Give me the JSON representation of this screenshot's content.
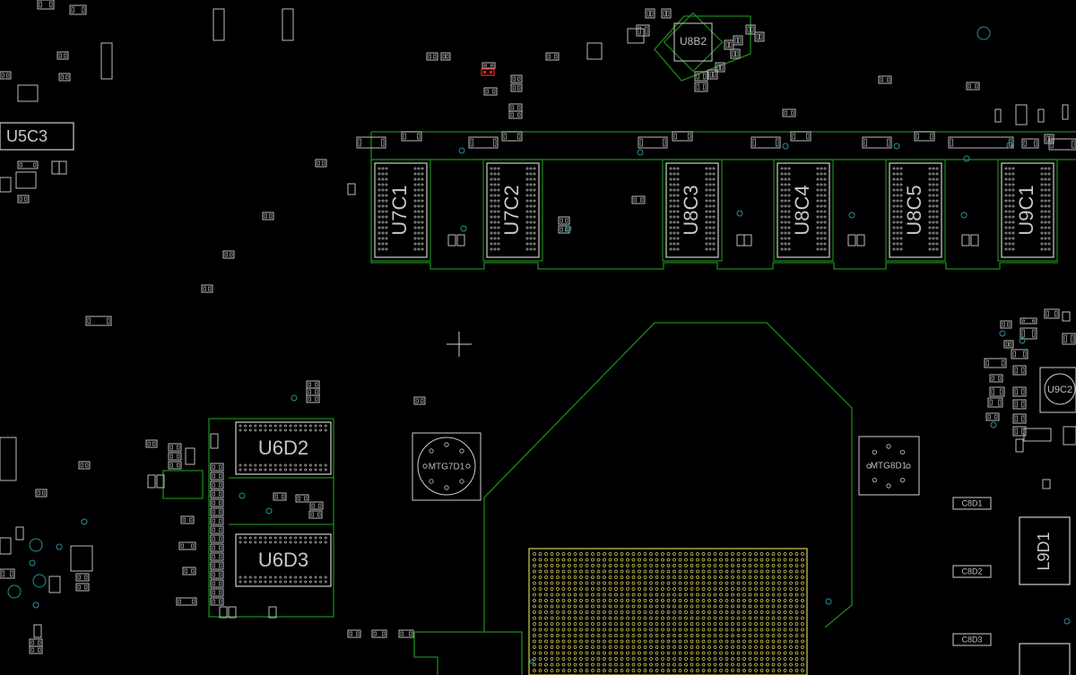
{
  "view": {
    "background": "#000000",
    "colors": {
      "outline": "#1a8a1a",
      "component": "#cfcfcf",
      "label": "#bdbdbd",
      "bga": "#d8cf55",
      "via": "#2a8f9a",
      "highlight": "#ff2020"
    }
  },
  "memory_chips": [
    "U7C1",
    "U7C2",
    "U8C3",
    "U8C4",
    "U8C5",
    "U9C1"
  ],
  "lower_chips": [
    "U6D2",
    "U6D3"
  ],
  "ic_labels": {
    "u8b2": "U8B2",
    "u9c2": "U9C2",
    "l9d1": "L9D1",
    "u5c3": "U5C3"
  },
  "mounting_holes": {
    "round": "MTG7D1",
    "square": "MTG8D1"
  },
  "side_labels": {
    "c8d1": "C8D1",
    "c8d2": "C8D2",
    "c8d3": "C8D3"
  },
  "cursor": {
    "icon": "crosshair-icon"
  }
}
